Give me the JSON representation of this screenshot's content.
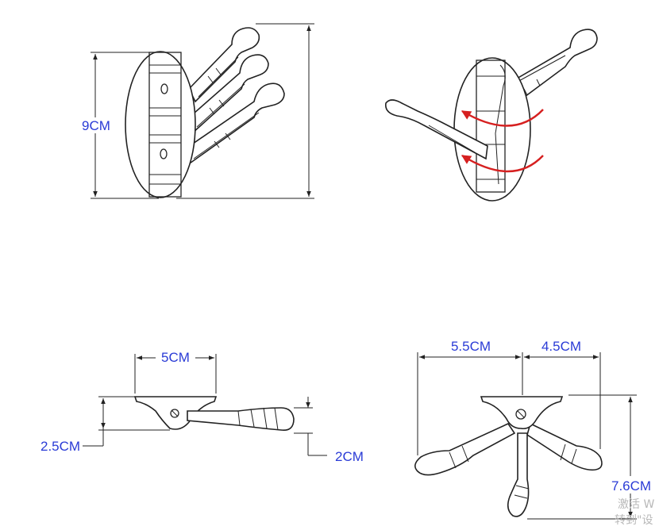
{
  "views": {
    "front": {
      "height_label": "9CM"
    },
    "rotation": {
      "arrow_color": "#d62020"
    },
    "top_single": {
      "width_label": "5CM",
      "plate_depth_label": "2.5CM",
      "arm_depth_label": "2CM"
    },
    "top_spread": {
      "left_span_label": "5.5CM",
      "right_span_label": "4.5CM",
      "depth_label": "7.6CM"
    }
  },
  "watermark": {
    "line1": "激活 W",
    "line2": "转到\"设"
  },
  "colors": {
    "dimension_text": "#2a3bd6",
    "line": "#222222",
    "rotation_arrow": "#d62020"
  }
}
